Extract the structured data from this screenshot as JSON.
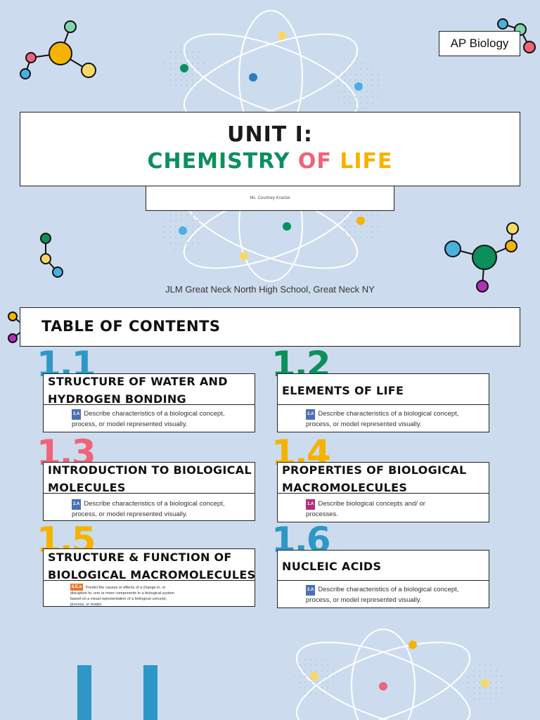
{
  "header": {
    "course_tag": "AP Biology",
    "unit_line": "UNIT I:",
    "title_words": [
      "CHEMISTRY",
      "OF",
      "LIFE"
    ],
    "author": "Ms. Courtney Knacke",
    "school": "JLM Great Neck North High School, Great Neck NY"
  },
  "toc": {
    "title": "TABLE OF CONTENTS",
    "items": [
      {
        "number": "1.1",
        "title": "STRUCTURE OF WATER AND HYDROGEN BONDING",
        "skill_code": "2.A",
        "skill": "Describe characteristics of a biological concept, process, or model represented visually."
      },
      {
        "number": "1.2",
        "title": "ELEMENTS OF LIFE",
        "skill_code": "2.A",
        "skill": "Describe characteristics of a biological concept, process, or model represented visually."
      },
      {
        "number": "1.3",
        "title": "INTRODUCTION TO BIOLOGICAL MOLECULES",
        "skill_code": "2.A",
        "skill": "Describe characteristics of a biological concept, process, or model represented visually."
      },
      {
        "number": "1.4",
        "title": "PROPERTIES OF BIOLOGICAL MACROMOLECULES",
        "skill_code": "1.A",
        "skill": "Describe biological concepts and/ or processes."
      },
      {
        "number": "1.5",
        "title": "STRUCTURE & FUNCTION OF BIOLOGICAL MACROMOLECULES",
        "skill_code": "6.E.a",
        "skill": "Predict the causes or effects of a change in, or disruption to, one or more components in a biological system based on a visual representation of a biological concept, process, or model."
      },
      {
        "number": "1.6",
        "title": "NUCLEIC ACIDS",
        "skill_code": "2.A",
        "skill": "Describe characteristics of a biological concept, process, or model represented visually."
      }
    ]
  },
  "colors": {
    "background": "#ccdcee",
    "green": "#0c8f5d",
    "pink": "#f06378",
    "yellow": "#f5b301",
    "blue": "#2f97c8"
  }
}
